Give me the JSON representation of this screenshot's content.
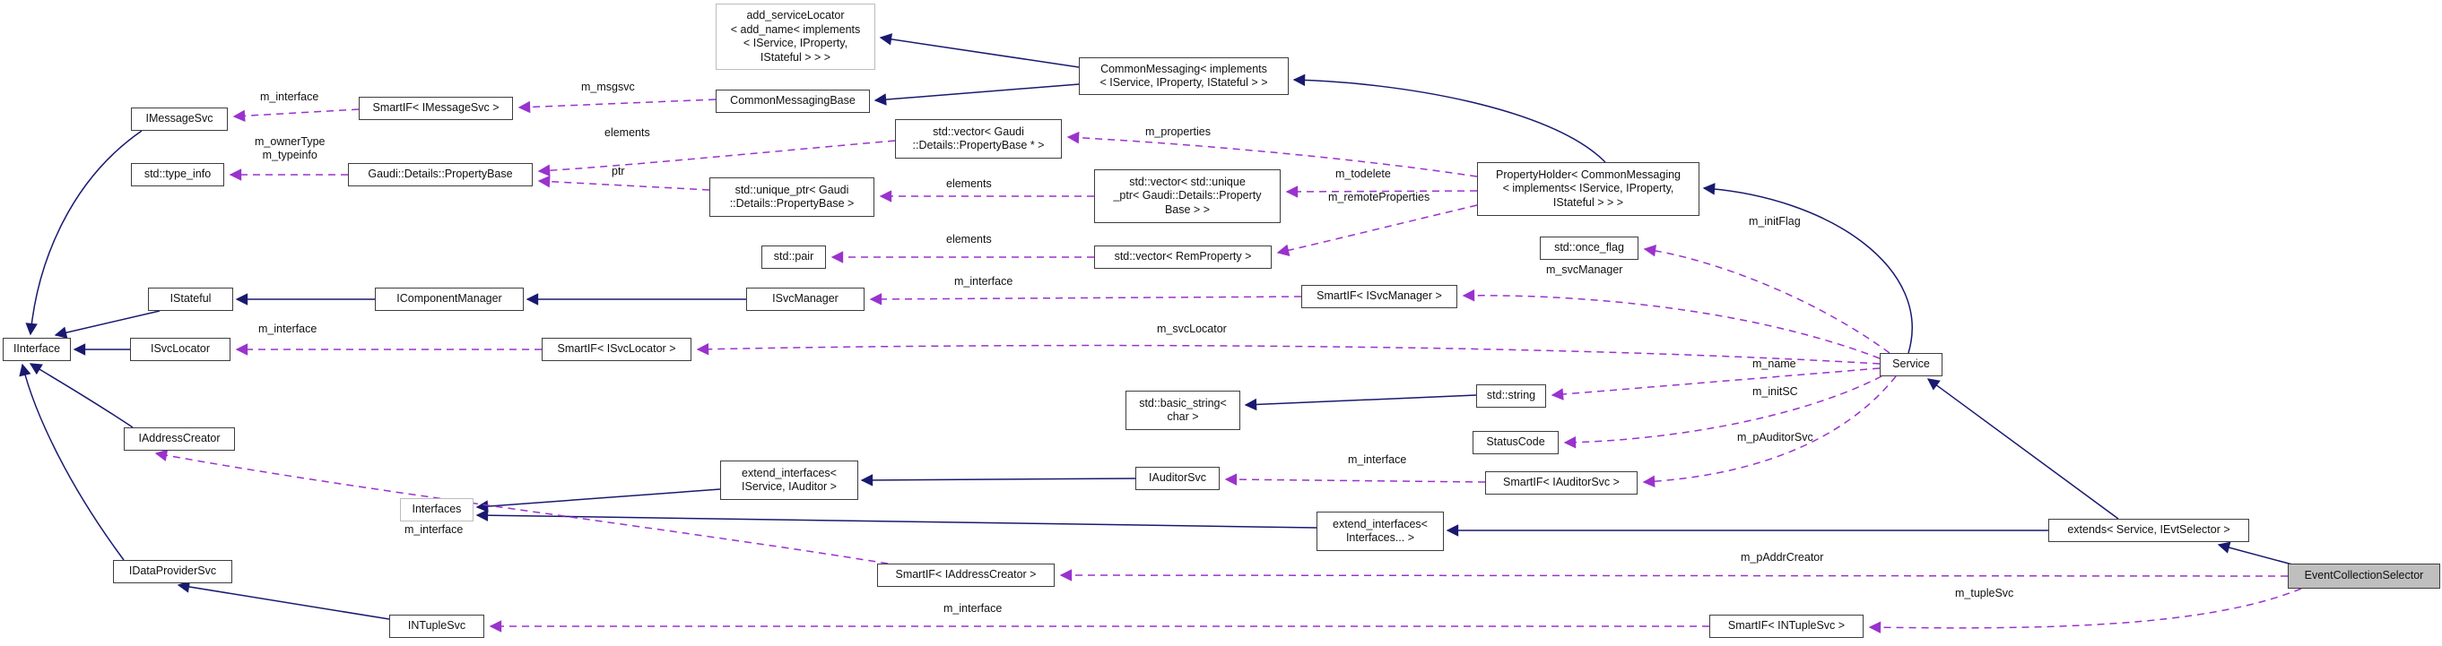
{
  "diagram": {
    "colors": {
      "inheritance_edge": "#191970",
      "usage_edge": "#9a32cd",
      "node_border": "#3d3d3d",
      "muted_border": "#bcbcbc",
      "highlight_fill": "#bfbfbf",
      "background": "#ffffff"
    },
    "nodes": [
      {
        "id": "add-servicelocator",
        "label": "add_serviceLocator\n< add_name< implements\n< IService, IProperty,\nIStateful > > >"
      },
      {
        "id": "common-messaging",
        "label": "CommonMessaging< implements\n< IService, IProperty, IStateful > >"
      },
      {
        "id": "common-messaging-base",
        "label": "CommonMessagingBase"
      },
      {
        "id": "smartif-imessagesvc",
        "label": "SmartIF< IMessageSvc >"
      },
      {
        "id": "imessagesvc",
        "label": "IMessageSvc"
      },
      {
        "id": "std-type-info",
        "label": "std::type_info"
      },
      {
        "id": "gaudi-details-propertybase",
        "label": "Gaudi::Details::PropertyBase"
      },
      {
        "id": "vector-propertybase-ptr",
        "label": "std::vector< Gaudi\n::Details::PropertyBase * >"
      },
      {
        "id": "unique-ptr-propertybase",
        "label": "std::unique_ptr< Gaudi\n::Details::PropertyBase >"
      },
      {
        "id": "vector-unique-ptr",
        "label": "std::vector< std::unique\n_ptr< Gaudi::Details::Property\nBase > >"
      },
      {
        "id": "property-holder",
        "label": "PropertyHolder< CommonMessaging\n< implements< IService, IProperty,\nIStateful > > >"
      },
      {
        "id": "std-pair",
        "label": "std::pair"
      },
      {
        "id": "vector-remproperty",
        "label": "std::vector< RemProperty >"
      },
      {
        "id": "std-once-flag",
        "label": "std::once_flag"
      },
      {
        "id": "istateful",
        "label": "IStateful"
      },
      {
        "id": "icomponentmanager",
        "label": "IComponentManager"
      },
      {
        "id": "isvcmanager",
        "label": "ISvcManager"
      },
      {
        "id": "smartif-isvcmanager",
        "label": "SmartIF< ISvcManager >"
      },
      {
        "id": "iinterface",
        "label": "IInterface"
      },
      {
        "id": "isvclocator",
        "label": "ISvcLocator"
      },
      {
        "id": "smartif-isvclocator",
        "label": "SmartIF< ISvcLocator >"
      },
      {
        "id": "service",
        "label": "Service"
      },
      {
        "id": "std-basic-string",
        "label": "std::basic_string<\nchar >"
      },
      {
        "id": "std-string",
        "label": "std::string"
      },
      {
        "id": "statuscode",
        "label": "StatusCode"
      },
      {
        "id": "iaddresscreator",
        "label": "IAddressCreator"
      },
      {
        "id": "extend-interfaces-iservice-iauditor",
        "label": "extend_interfaces<\nIService, IAuditor >"
      },
      {
        "id": "interfaces",
        "label": "Interfaces"
      },
      {
        "id": "iauditorsvc",
        "label": "IAuditorSvc"
      },
      {
        "id": "smartif-iauditorsvc",
        "label": "SmartIF< IAuditorSvc >"
      },
      {
        "id": "extend-interfaces-variadic",
        "label": "extend_interfaces<\nInterfaces... >"
      },
      {
        "id": "extends-service-ievtselector",
        "label": "extends< Service, IEvtSelector >"
      },
      {
        "id": "idataprovidersvc",
        "label": "IDataProviderSvc"
      },
      {
        "id": "smartif-iaddresscreator",
        "label": "SmartIF< IAddressCreator >"
      },
      {
        "id": "intuplesvc",
        "label": "INTupleSvc"
      },
      {
        "id": "smartif-intuplesvc",
        "label": "SmartIF< INTupleSvc >"
      },
      {
        "id": "eventcollectionselector",
        "label": "EventCollectionSelector"
      }
    ],
    "edge_labels": [
      {
        "text": "m_interface"
      },
      {
        "text": "m_msgsvc"
      },
      {
        "text": "m_ownerType\nm_typeinfo"
      },
      {
        "text": "elements"
      },
      {
        "text": "ptr"
      },
      {
        "text": "elements"
      },
      {
        "text": "m_properties"
      },
      {
        "text": "m_todelete"
      },
      {
        "text": "m_remoteProperties"
      },
      {
        "text": "elements"
      },
      {
        "text": "m_initFlag"
      },
      {
        "text": "m_svcManager"
      },
      {
        "text": "m_interface"
      },
      {
        "text": "m_svcLocator"
      },
      {
        "text": "m_interface"
      },
      {
        "text": "m_name"
      },
      {
        "text": "m_initSC"
      },
      {
        "text": "m_pAuditorSvc"
      },
      {
        "text": "m_interface"
      },
      {
        "text": "m_interface"
      },
      {
        "text": "m_pAddrCreator"
      },
      {
        "text": "m_tupleSvc"
      },
      {
        "text": "m_interface"
      }
    ]
  }
}
